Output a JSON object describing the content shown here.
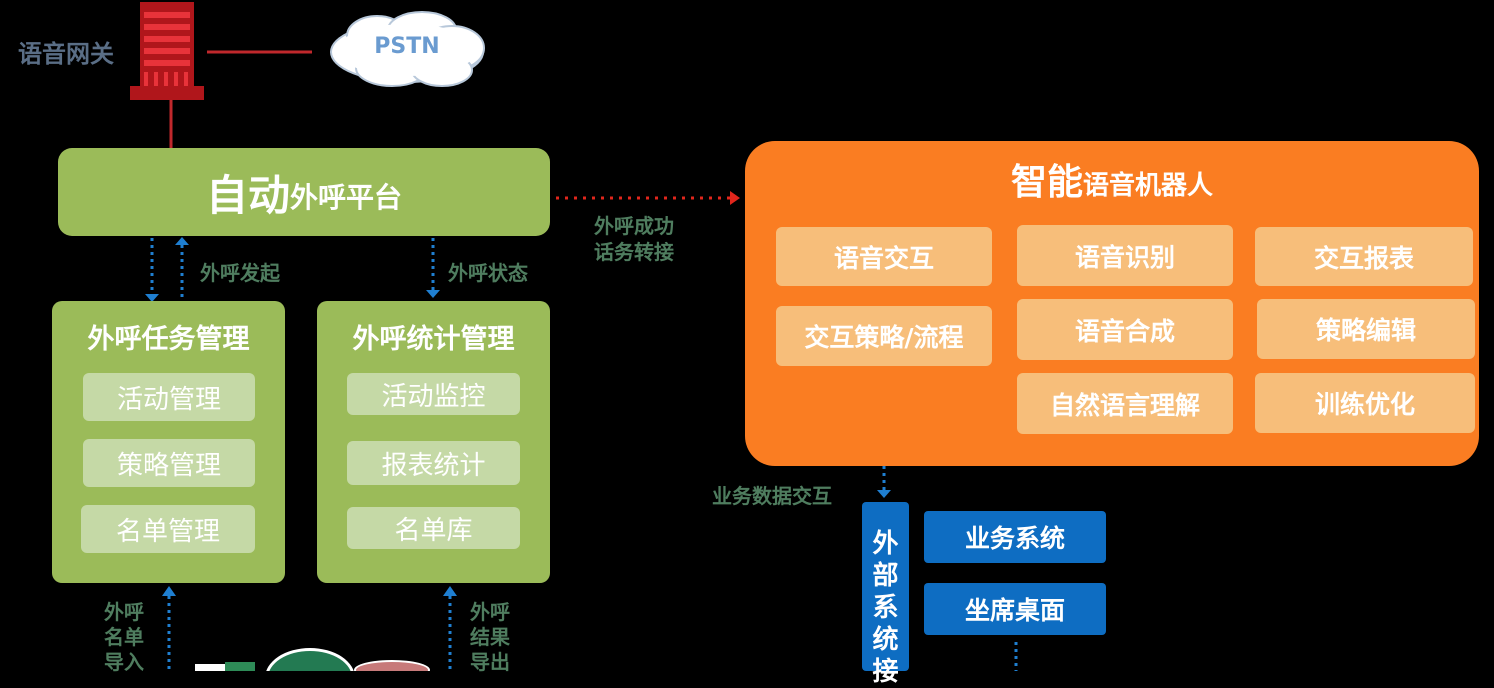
{
  "gateway": {
    "label": "语音网关"
  },
  "pstn": {
    "label": "PSTN"
  },
  "platform": {
    "title_big": "自动",
    "title_small": "外呼平台"
  },
  "connectors": {
    "call_initiate": "外呼发起",
    "call_status": "外呼状态",
    "call_success": [
      "外呼成功",
      "话务转接"
    ],
    "business_data": "业务数据交互",
    "list_import": [
      "外呼",
      "名单",
      "导入"
    ],
    "result_export": [
      "外呼",
      "结果",
      "导出"
    ]
  },
  "task_panel": {
    "title": "外呼任务管理",
    "items": [
      "活动管理",
      "策略管理",
      "名单管理"
    ]
  },
  "stats_panel": {
    "title": "外呼统计管理",
    "items": [
      "活动监控",
      "报表统计",
      "名单库"
    ]
  },
  "robot_panel": {
    "title_big": "智能",
    "title_small": "语音机器人",
    "items": [
      "语音交互",
      "语音识别",
      "交互报表",
      "交互策略/流程",
      "语音合成",
      "策略编辑",
      "自然语言理解",
      "训练优化"
    ]
  },
  "external": {
    "vertical_label": [
      "外",
      "部",
      "系",
      "统",
      "接"
    ],
    "items": [
      "业务系统",
      "坐席桌面"
    ]
  },
  "colors": {
    "green": "#9bbb59",
    "orange": "#fa7d22",
    "blue": "#0e6dc2",
    "dotted_blue": "#1f7fd1",
    "dotted_red": "#e1261c"
  }
}
